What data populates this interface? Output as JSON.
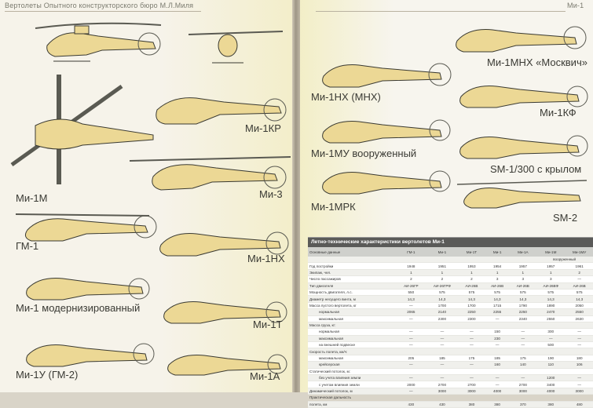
{
  "header": {
    "left_title": "Вертолеты Опытного конструкторского бюро М.Л.Миля",
    "right_title": "Ми-1"
  },
  "colors": {
    "body": "#ecd895",
    "outline": "#3a3a32",
    "rotor": "#5a5a52"
  },
  "labels": {
    "mi1kr": "Ми-1КР",
    "mi3": "Ми-3",
    "mi1m": "Ми-1М",
    "gm1": "ГМ-1",
    "mi1nh": "Ми-1НХ",
    "mi1mod": "Ми-1 модернизированный",
    "mi1t": "Ми-1Т",
    "mi1u": "Ми-1У (ГМ-2)",
    "mi1a": "Ми-1А",
    "mi1mnh": "Ми-1МНХ «Москвич»",
    "mi1nh_mnh": "Ми-1НХ (МНХ)",
    "mi1kf": "Ми-1КФ",
    "mi1mu": "Ми-1МУ вооруженный",
    "sm1_300": "SM-1/300 с крылом",
    "mi1mrk": "Ми-1МРК",
    "sm2": "SM-2"
  },
  "table": {
    "title": "Летно-технические характеристики вертолетов Ми-1",
    "header_label": "Основные данные",
    "columns": [
      "ГМ-1",
      "Ми-1",
      "Ми-1Т",
      "Ми-1",
      "Ми-1А",
      "Ми-1М",
      "Ми-1МУ"
    ],
    "sub_header": "вооруженный",
    "rows": [
      {
        "label": "Год постройки",
        "values": [
          "1948",
          "1951",
          "1953",
          "1954",
          "1957",
          "1957",
          "1961"
        ]
      },
      {
        "label": "Экипаж, чел.",
        "values": [
          "1",
          "1",
          "1",
          "1",
          "1",
          "1",
          "2"
        ]
      },
      {
        "label": "Число пассажиров",
        "values": [
          "2",
          "2",
          "2",
          "3",
          "3",
          "3",
          "—"
        ]
      },
      {
        "label": "Тип двигателя",
        "values": [
          "АИ-26ГР",
          "АИ-26ГРФ",
          "АИ-26В",
          "АИ-26В",
          "АИ-26В",
          "АИ-26ВФ",
          "АИ-26В"
        ]
      },
      {
        "label": "Мощность двигателя, л.с.",
        "values": [
          "550",
          "575",
          "575",
          "575",
          "575",
          "575",
          "575"
        ]
      },
      {
        "label": "Диаметр несущего винта, м",
        "values": [
          "14,3",
          "14,3",
          "14,3",
          "14,3",
          "14,3",
          "14,3",
          "14,3"
        ]
      },
      {
        "label": "Масса пустого вертолета, кг",
        "values": [
          "—",
          "1700",
          "1700",
          "1715",
          "1790",
          "1890",
          "2050"
        ]
      },
      {
        "label": "нормальная",
        "values": [
          "2065",
          "2140",
          "2250",
          "2255",
          "2250",
          "2470",
          "2550"
        ]
      },
      {
        "label": "максимальная",
        "values": [
          "—",
          "2300",
          "2300",
          "—",
          "2340",
          "2550",
          "2630"
        ]
      },
      {
        "label": "Масса груза, кг:",
        "values": [
          "",
          "",
          "",
          "",
          "",
          "",
          ""
        ]
      },
      {
        "label": "нормальная",
        "values": [
          "—",
          "—",
          "—",
          "150",
          "—",
          "300",
          "—"
        ]
      },
      {
        "label": "максимальная",
        "values": [
          "—",
          "—",
          "—",
          "230",
          "—",
          "—",
          "—"
        ]
      },
      {
        "label": "на внешней подвеске",
        "values": [
          "—",
          "—",
          "—",
          "—",
          "—",
          "500",
          "—"
        ]
      },
      {
        "label": "Скорость полета, км/ч:",
        "values": [
          "",
          "",
          "",
          "",
          "",
          "",
          ""
        ]
      },
      {
        "label": "максимальная",
        "values": [
          "205",
          "185",
          "175",
          "185",
          "175",
          "190",
          "180"
        ]
      },
      {
        "label": "крейсерская",
        "values": [
          "—",
          "—",
          "—",
          "160",
          "140",
          "110",
          "106"
        ]
      },
      {
        "label": "Статический потолок, м:",
        "values": [
          "",
          "",
          "",
          "",
          "",
          "",
          ""
        ]
      },
      {
        "label": "без учета влияния земли",
        "values": [
          "—",
          "—",
          "—",
          "—",
          "—",
          "1200",
          "—"
        ]
      },
      {
        "label": "с учетом влияния земли",
        "values": [
          "2000",
          "2700",
          "2700",
          "—",
          "2700",
          "3400",
          "—"
        ]
      },
      {
        "label": "Динамический потолок, м",
        "values": [
          "—",
          "3000",
          "3000",
          "4000",
          "3000",
          "4000",
          "3000"
        ]
      },
      {
        "label": "Практическая дальность",
        "values": [
          "",
          "",
          "",
          "",
          "",
          "",
          ""
        ]
      },
      {
        "label": "полета, км",
        "values": [
          "430",
          "430",
          "380",
          "380",
          "370",
          "380",
          "480"
        ]
      }
    ]
  }
}
